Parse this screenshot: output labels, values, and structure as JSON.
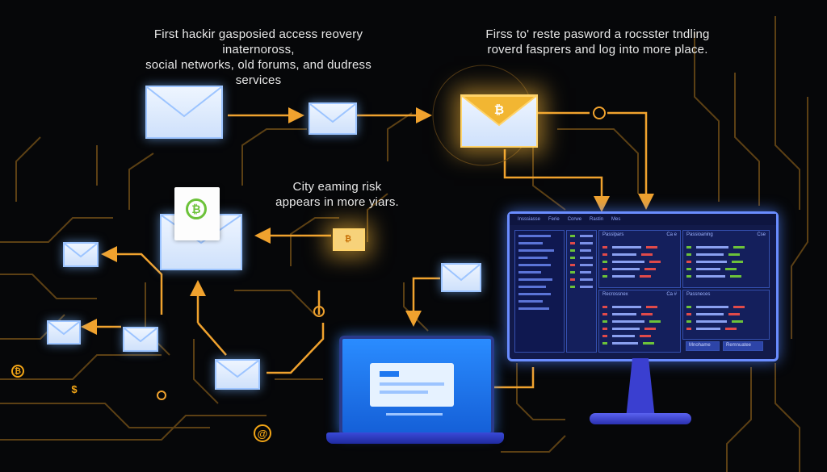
{
  "captions": {
    "top_left": [
      "First hackir gasposied access reovery inaternoross,",
      "social networks, old forums, and dudress services"
    ],
    "top_right": [
      "Firss to' reste pasword a rocsster tndling",
      "roverd fasprers and log into more place."
    ],
    "middle": [
      "City eaming risk",
      "appears in more yiars."
    ]
  },
  "colors": {
    "background": "#060709",
    "wire": "#e79a2a",
    "wire_dim": "#7a5418",
    "envelope_border": "#9cc4ff",
    "gold_glow": "#ffbe3c",
    "monitor_border": "#6a8dff",
    "monitor_bg": "#121a4a",
    "laptop_screen": "#1f78f0",
    "coin_green": "#6cc23a",
    "coin_orange": "#f2a516"
  },
  "nodes": {
    "envelope_top_left": {
      "icon": "envelope-icon"
    },
    "envelope_top_mid": {
      "icon": "envelope-icon"
    },
    "envelope_gold": {
      "icon": "envelope-bitcoin-icon",
      "symbol": "₿"
    },
    "envelope_open_green": {
      "icon": "envelope-open-bitcoin-icon",
      "symbol": "₿"
    },
    "envelope_small_gold": {
      "icon": "envelope-bitcoin-icon",
      "symbol": "₿"
    },
    "monitor": {
      "icon": "monitor-icon",
      "tabs": [
        "Insssiasse",
        "Ferie",
        "Corwe",
        "Rastin",
        "Mes"
      ],
      "panels": [
        {
          "title": "Passlpars",
          "badge": "Ca e"
        },
        {
          "title": "Recrossnex",
          "badge": "Ca #"
        },
        {
          "title": "Passioaning",
          "badge": "Cse"
        },
        {
          "title": "Passneces",
          "badge": ""
        }
      ],
      "footer_buttons": [
        "Mnohame",
        "Remnuatee"
      ]
    },
    "laptop": {
      "icon": "laptop-icon"
    },
    "coins": [
      {
        "symbol": "₿",
        "pos": "left"
      },
      {
        "symbol": "$",
        "pos": "bottom-left"
      },
      {
        "symbol": "@",
        "pos": "bottom"
      }
    ]
  }
}
